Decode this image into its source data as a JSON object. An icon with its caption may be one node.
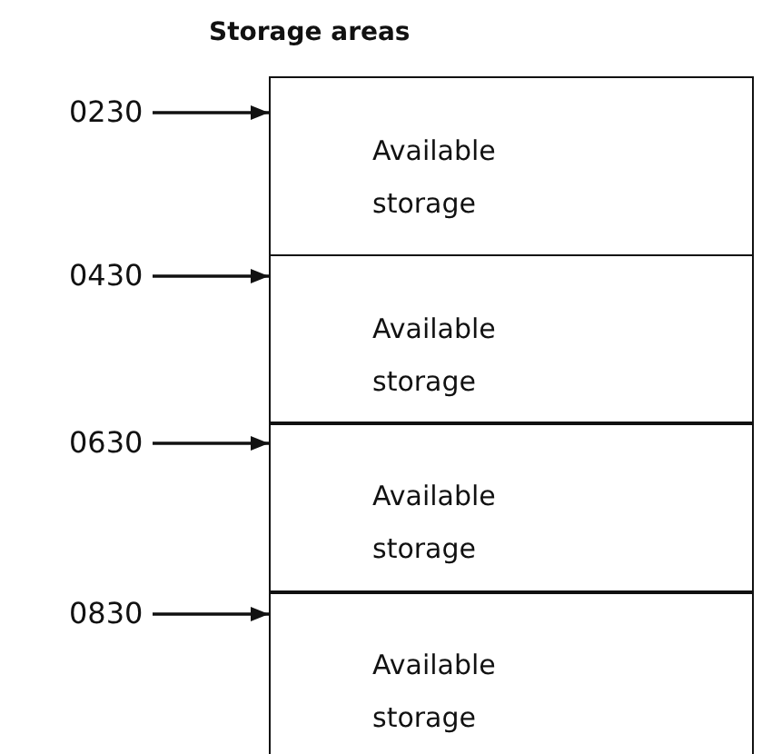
{
  "diagram": {
    "title": "Storage areas",
    "nodes": [
      {
        "text": [
          "0230"
        ]
      },
      {
        "text": [
          "Available storage"
        ]
      },
      {
        "text": [
          "0430"
        ]
      },
      {
        "text": [
          "Available storage"
        ]
      },
      {
        "text": [
          "0630"
        ]
      },
      {
        "text": [
          "Available storage"
        ]
      },
      {
        "text": [
          "0830"
        ]
      },
      {
        "text": [
          "Available storage"
        ]
      }
    ],
    "edges": [
      {
        "from": 0,
        "to": 1,
        "arrow": "to"
      },
      {
        "from": 2,
        "to": 3,
        "arrow": "to"
      },
      {
        "from": 4,
        "to": 5,
        "arrow": "to"
      },
      {
        "from": 6,
        "to": 7,
        "arrow": "to"
      }
    ]
  }
}
